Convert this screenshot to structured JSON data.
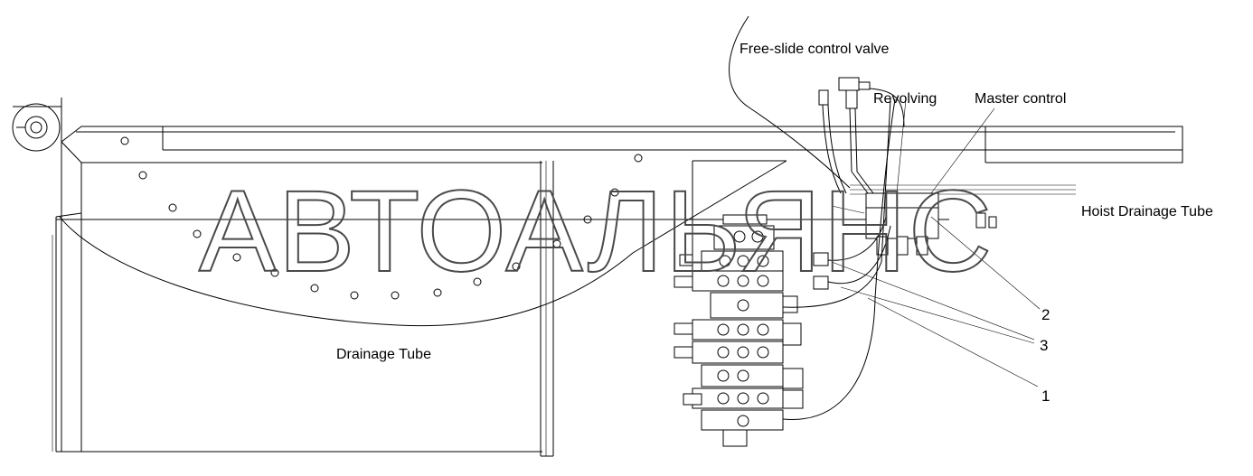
{
  "labels": {
    "free_slide_control_valve": "Free-slide control valve",
    "revolving": "Revolving",
    "master_control": "Master control",
    "hoist_drainage_tube": "Hoist Drainage Tube",
    "drainage_tube": "Drainage Tube"
  },
  "callouts": {
    "one": "1",
    "two": "2",
    "three": "3"
  },
  "watermark": "АВТОАЛЬЯНС"
}
